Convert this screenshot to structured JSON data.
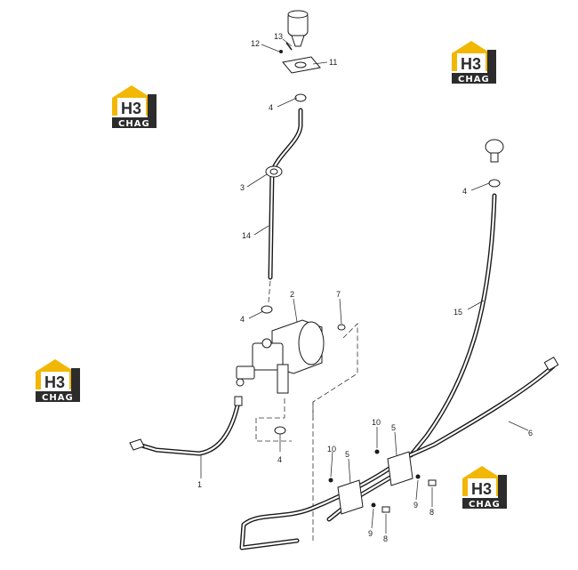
{
  "diagram": {
    "callouts": {
      "c1": "1",
      "c2": "2",
      "c3": "3",
      "c4a": "4",
      "c4b": "4",
      "c4c": "4",
      "c4d": "4",
      "c5a": "5",
      "c5b": "5",
      "c6": "6",
      "c7": "7",
      "c8a": "8",
      "c8b": "8",
      "c9a": "9",
      "c9b": "9",
      "c10a": "10",
      "c10b": "10",
      "c11": "11",
      "c12": "12",
      "c13": "13",
      "c14": "14",
      "c15": "15"
    }
  },
  "watermark": {
    "letters": "H3",
    "text": "CHAG",
    "colors": {
      "accent": "#f2b705",
      "dark": "#2c2c2c"
    }
  }
}
